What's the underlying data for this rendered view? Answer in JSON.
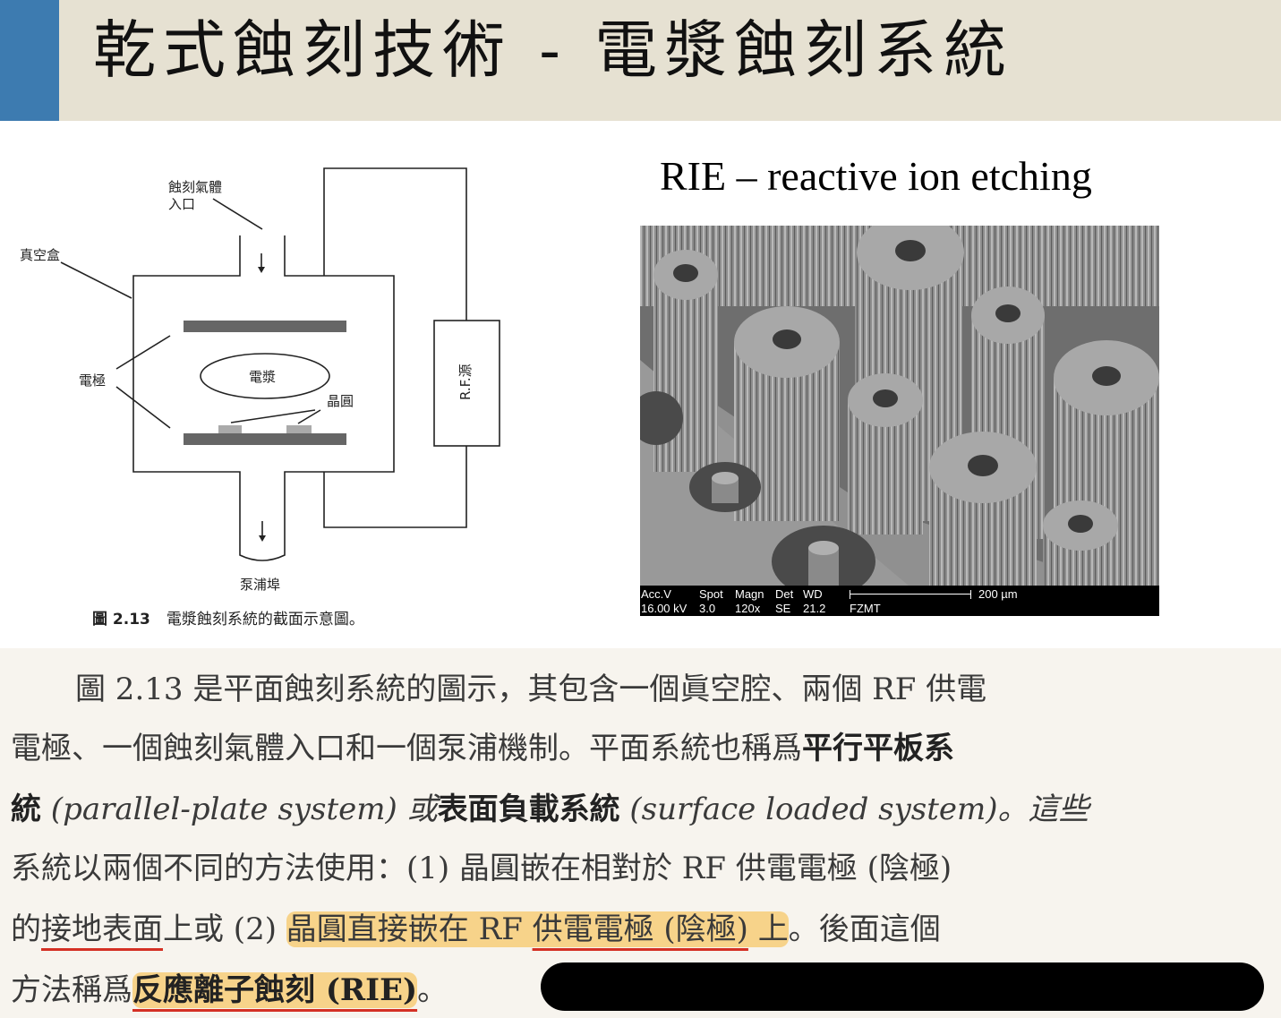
{
  "slide": {
    "title": "乾式蝕刻技術 - 電漿蝕刻系統",
    "accent_color": "#3d7bb0",
    "header_bg": "#e6e1d2"
  },
  "diagram": {
    "labels": {
      "gas_inlet_line1": "蝕刻氣體",
      "gas_inlet_line2": "入口",
      "vacuum_box": "真空盒",
      "electrode": "電極",
      "plasma": "電漿",
      "wafer": "晶圓",
      "rf_source": "R.F.源",
      "pump_port": "泵浦埠"
    },
    "caption_number": "圖 2.13",
    "caption_text": "電漿蝕刻系統的截面示意圖。"
  },
  "rie": {
    "title": "RIE – reactive ion etching",
    "sem_info": {
      "acc_label": "Acc.V",
      "acc_value": "16.00 kV",
      "spot_label": "Spot",
      "spot_value": "3.0",
      "magn_label": "Magn",
      "magn_value": "120x",
      "det_label": "Det",
      "det_value": "SE",
      "wd_label": "WD",
      "wd_value": "21.2",
      "scale": "200 µm",
      "lab": "FZMT"
    }
  },
  "text": {
    "line1": "圖 2.13 是平面蝕刻系統的圖示，其包含一個眞空腔、兩個 RF 供電",
    "line2a": "電極、一個蝕刻氣體入口和一個泵浦機制。平面系統也稱爲",
    "line2b": "平行平板系",
    "line3a": "統",
    "line3b": " (parallel-plate system) 或",
    "line3c": "表面負載系統",
    "line3d": " (surface loaded system)。這些",
    "line4": "系統以兩個不同的方法使用：(1) 晶圓嵌在相對於 RF 供電電極 (陰極)",
    "line5a": "的",
    "line5b": "接地表面",
    "line5c": "上或 (2) ",
    "line5d": "晶圓直接嵌在 RF ",
    "line5e": "供電電極 (陰極)",
    "line5f": " 上",
    "line5g": "。後面這個",
    "line6a": "方法稱爲",
    "line6b": "反應離子蝕刻 (RIE)",
    "line6c": "。",
    "highlight_color": "#f7cd78",
    "underline_color": "#d43024"
  }
}
